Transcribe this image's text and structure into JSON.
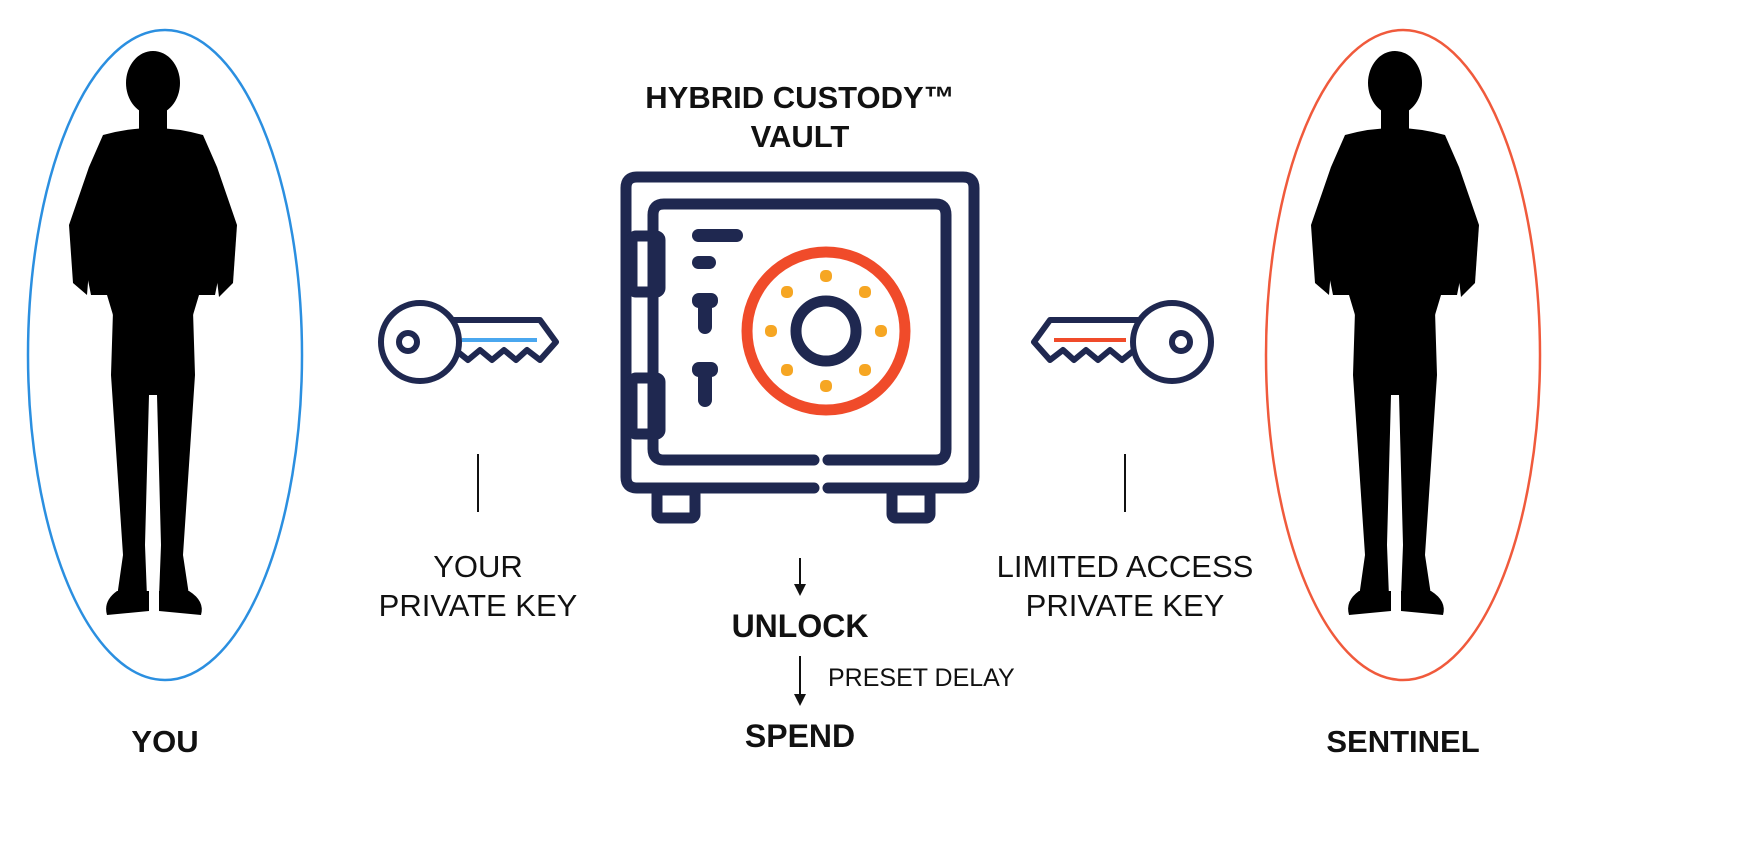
{
  "vault": {
    "title_line1": "HYBRID CUSTODY™",
    "title_line2": "VAULT"
  },
  "left_party": {
    "label": "YOU",
    "key_label_line1": "YOUR",
    "key_label_line2": "PRIVATE KEY",
    "accent_color": "#2b8fe0"
  },
  "right_party": {
    "label": "SENTINEL",
    "key_label_line1": "LIMITED ACCESS",
    "key_label_line2": "PRIVATE KEY",
    "accent_color": "#f05a3c"
  },
  "flow": {
    "step1": "UNLOCK",
    "delay": "PRESET DELAY",
    "step2": "SPEND"
  },
  "colors": {
    "navy": "#1f2850",
    "vault_dial": "#f04b2a",
    "dial_dots": "#f6a623",
    "silhouette": "#000000"
  }
}
